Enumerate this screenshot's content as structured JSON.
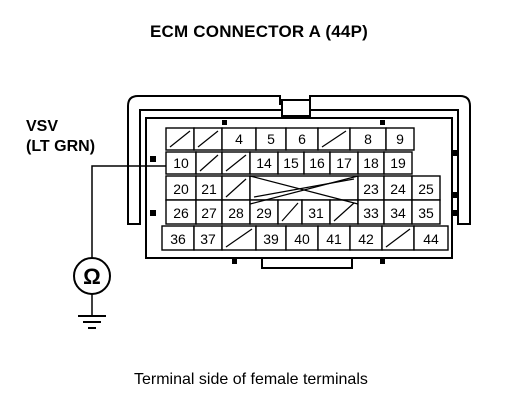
{
  "title": "ECM CONNECTOR A (44P)",
  "wire": {
    "name": "VSV",
    "color": "(LT GRN)"
  },
  "caption": "Terminal side of female terminals",
  "meter": {
    "symbol": "Ω"
  },
  "rows": [
    [
      "",
      "",
      "4",
      "5",
      "6",
      "",
      "8",
      "9"
    ],
    [
      "10",
      "",
      "",
      "14",
      "15",
      "16",
      "17",
      "18",
      "19"
    ],
    [
      "20",
      "21",
      "",
      "",
      "",
      "",
      "23",
      "24",
      "25"
    ],
    [
      "26",
      "27",
      "28",
      "29",
      "",
      "31",
      "",
      "33",
      "34",
      "35"
    ],
    [
      "36",
      "37",
      "",
      "39",
      "40",
      "41",
      "42",
      "",
      "44"
    ]
  ]
}
